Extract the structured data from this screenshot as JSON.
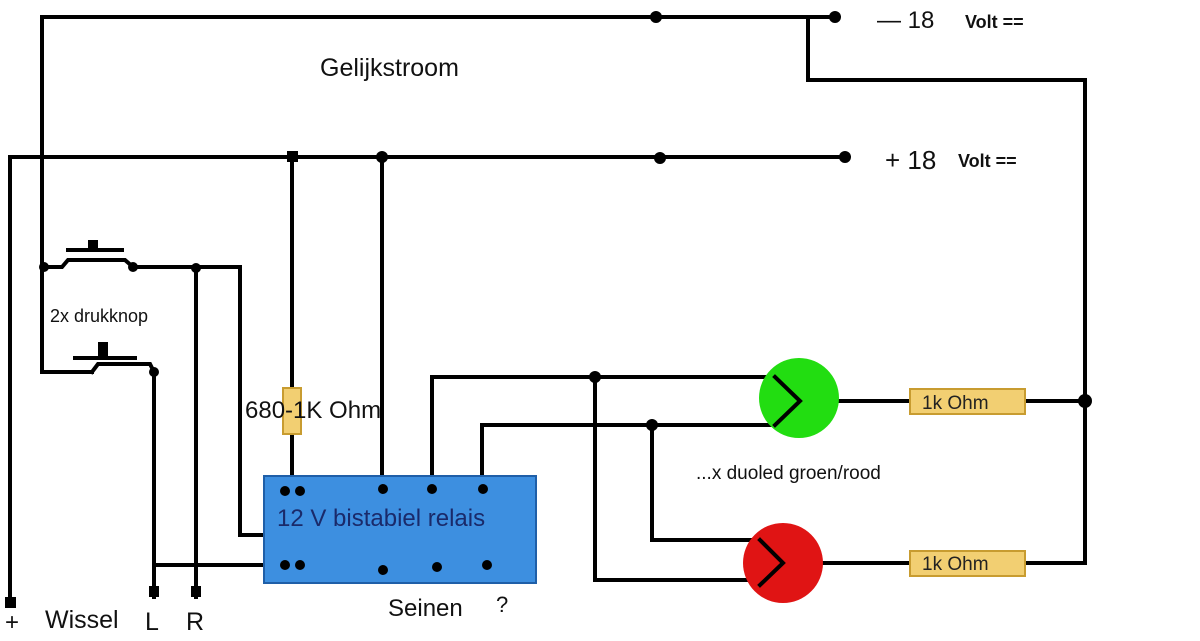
{
  "labels": {
    "title": "Gelijkstroom",
    "neg_supply": "—  18",
    "neg_volt": "Volt ==",
    "pos_supply": "+ 18",
    "pos_volt": "Volt ==",
    "pushbuttons": "2x drukknop",
    "resistor_value": "680-1K Ohm",
    "relay": "12 V bistabiel relais",
    "duoled": "...x duoled groen/rood",
    "resistor_top": "1k Ohm",
    "resistor_bottom": "1k Ohm",
    "plus": "+",
    "wissel": "Wissel",
    "l": "L",
    "r": "R",
    "seinen": "Seinen",
    "question": "?"
  },
  "colors": {
    "wire": "#000000",
    "relay_fill": "#3d8fe0",
    "led_green": "#22dd11",
    "led_red": "#e01414",
    "resistor_fill": "#f2cf72",
    "resistor_stroke": "#c89c30"
  }
}
